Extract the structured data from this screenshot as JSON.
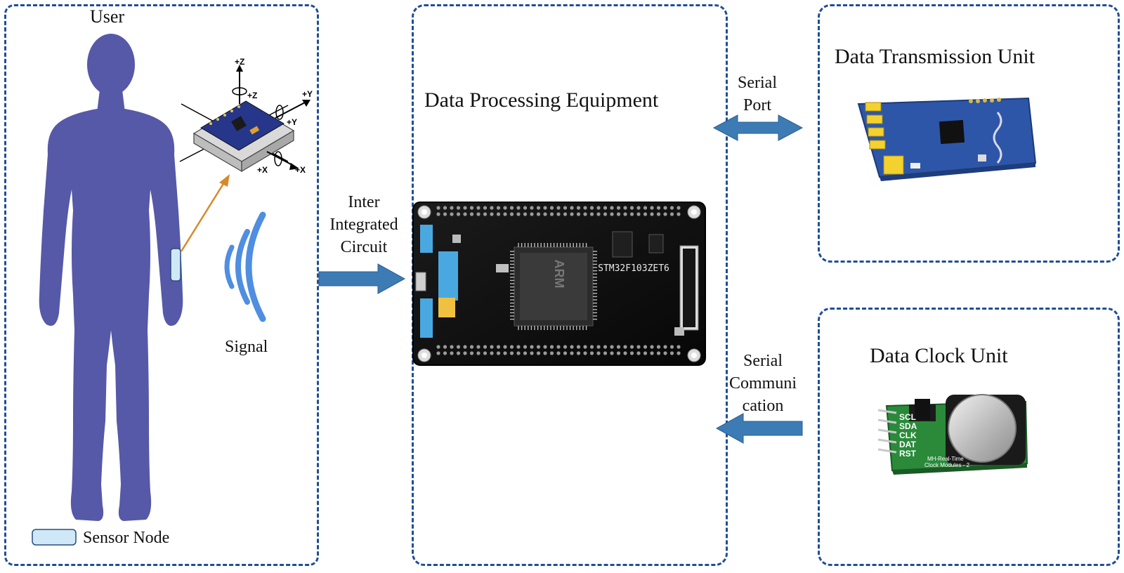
{
  "user": {
    "title": "User",
    "signal_label": "Signal",
    "legend_label": "Sensor Node",
    "axes": {
      "z_top": "+Z",
      "z_rot": "+Z",
      "y_top": "+Y",
      "y_rot": "+Y",
      "x_rot": "+X",
      "x_bottom": "+X"
    }
  },
  "links": {
    "i2c_line1": "Inter",
    "i2c_line2": "Integrated",
    "i2c_line3": "Circuit",
    "serial_port_line1": "Serial",
    "serial_port_line2": "Port",
    "serial_comm_line1": "Serial",
    "serial_comm_line2": "Communi",
    "serial_comm_line3": "cation"
  },
  "processing": {
    "title": "Data Processing Equipment",
    "chip_label": "STM32F103ZET6",
    "chip_brand": "ARM"
  },
  "transmission": {
    "title": "Data Transmission Unit"
  },
  "clock": {
    "title": "Data Clock Unit",
    "pins": [
      "SCL",
      "SDA",
      "CLK",
      "DAT",
      "RST"
    ],
    "module_text_1": "MH-Real-Time",
    "module_text_2": "Clock Modules - 2"
  },
  "colors": {
    "frame": "#1f4e96",
    "silhouette": "#5658a8",
    "signal": "#4f8ee0",
    "arrow": "#3d7bb5",
    "sensor_node": "#cfe8f7",
    "pointer": "#d68a2a"
  }
}
